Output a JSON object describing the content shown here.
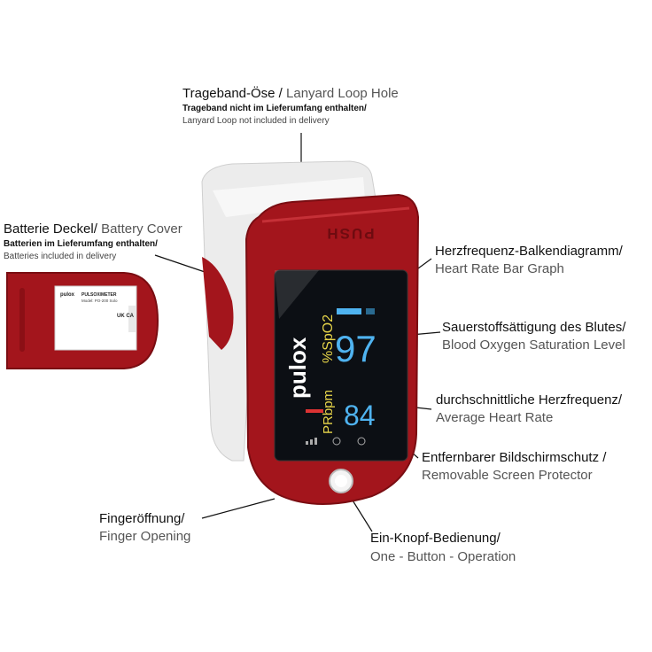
{
  "annotations": {
    "lanyard": {
      "de": "Trageband-Öse /",
      "en": "Lanyard Loop Hole",
      "note_de": "Trageband nicht im Lieferumfang enthalten/",
      "note_en": "Lanyard Loop not included in delivery"
    },
    "battery": {
      "de": "Batterie Deckel/",
      "en": "Battery Cover",
      "note_de": "Batterien im Lieferumfang enthalten/",
      "note_en": "Batteries included in delivery"
    },
    "bar_graph": {
      "de": "Herzfrequenz-Balkendiagramm/",
      "en": "Heart Rate Bar Graph"
    },
    "spo2": {
      "de": "Sauerstoffsättigung des Blutes/",
      "en": "Blood Oxygen Saturation Level"
    },
    "avg_hr": {
      "de": "durchschnittliche Herzfrequenz/",
      "en": "Average Heart Rate"
    },
    "protector": {
      "de": "Entfernbarer Bildschirmschutz /",
      "en": "Removable Screen Protector"
    },
    "finger": {
      "de": "Fingeröffnung/",
      "en": "Finger Opening"
    },
    "button": {
      "de": "Ein-Knopf-Bedienung/",
      "en": "One - Button - Operation"
    }
  },
  "device": {
    "push_label": "PUSH",
    "brand": "pulox",
    "spo2_label": "%SpO2",
    "spo2_value": "97",
    "pr_label": "PRbpm",
    "pr_value": "84",
    "colors": {
      "body": "#a3151c",
      "shell": "#f2f2f2",
      "screen": "#0c0f14",
      "spo2": "#4fb3f0",
      "pr": "#e8d64a"
    }
  },
  "battery_label": {
    "brand": "pulox",
    "title": "PULSOXIMETER",
    "model": "Model: PO-200 Solo",
    "marks": "UK CA"
  }
}
